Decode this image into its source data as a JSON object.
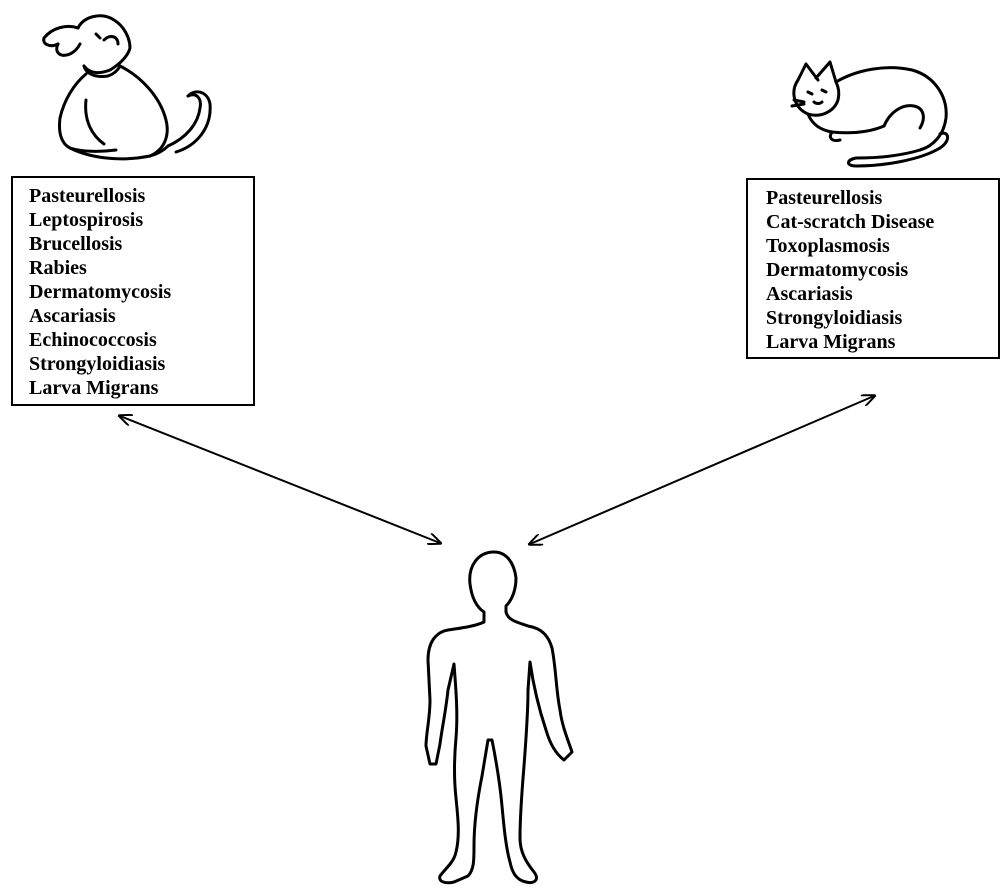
{
  "dog_box": {
    "items": [
      "Pasteurellosis",
      "Leptospirosis",
      "Brucellosis",
      "Rabies",
      "Dermatomycosis",
      "Ascariasis",
      "Echinococcosis",
      "Strongyloidiasis",
      "Larva Migrans"
    ]
  },
  "cat_box": {
    "items": [
      "Pasteurellosis",
      "Cat-scratch Disease",
      "Toxoplasmosis",
      "Dermatomycosis",
      "Ascariasis",
      "Strongyloidiasis",
      "Larva Migrans"
    ]
  },
  "icons": {
    "dog": "dog-icon",
    "cat": "cat-icon",
    "human": "human-icon"
  },
  "colors": {
    "line": "#000000",
    "background": "#ffffff"
  }
}
